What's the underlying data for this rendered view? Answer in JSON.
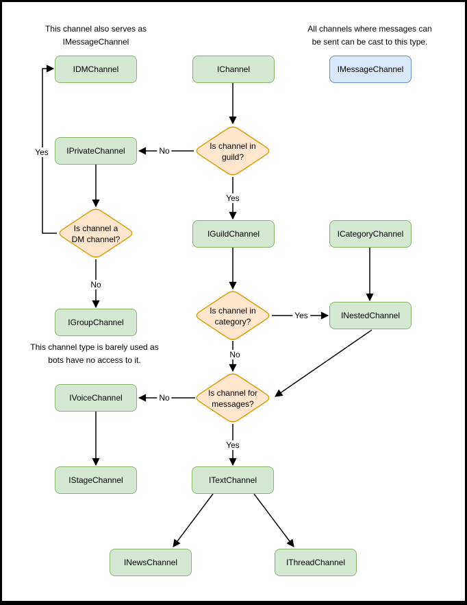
{
  "colors": {
    "node_fill": "#d5e8d4",
    "node_stroke": "#82b366",
    "highlight_fill": "#dae8fc",
    "highlight_stroke": "#6c8ebf",
    "decision_fill": "#ffe6cc",
    "decision_stroke": "#d79b00",
    "line": "#000000",
    "background": "#ffffff"
  },
  "annotations": [
    {
      "text": "This channel also serves as\nIMessageChannel"
    },
    {
      "text": "All channels where messages can\nbe sent can be cast to this type."
    },
    {
      "text": "This channel type is barely used as\nbots have no access to it."
    }
  ],
  "nodes": [
    {
      "label": "IDMChannel",
      "variant": "green"
    },
    {
      "label": "IChannel",
      "variant": "green"
    },
    {
      "label": "IMessageChannel",
      "variant": "blue"
    },
    {
      "label": "IPrivateChannel",
      "variant": "green"
    },
    {
      "label": "IGuildChannel",
      "variant": "green"
    },
    {
      "label": "ICategoryChannel",
      "variant": "green"
    },
    {
      "label": "INestedChannel",
      "variant": "green"
    },
    {
      "label": "IGroupChannel",
      "variant": "green"
    },
    {
      "label": "IVoiceChannel",
      "variant": "green"
    },
    {
      "label": "IStageChannel",
      "variant": "green"
    },
    {
      "label": "ITextChannel",
      "variant": "green"
    },
    {
      "label": "INewsChannel",
      "variant": "green"
    },
    {
      "label": "IThreadChannel",
      "variant": "green"
    }
  ],
  "decisions": [
    {
      "label": "Is channel in\nguild?"
    },
    {
      "label": "Is channel a\nDM channel?"
    },
    {
      "label": "Is channel in\ncategory?"
    },
    {
      "label": "Is channel for\nmessages?"
    }
  ],
  "edge_labels": [
    {
      "text": "No"
    },
    {
      "text": "Yes"
    },
    {
      "text": "Yes"
    },
    {
      "text": "No"
    },
    {
      "text": "Yes"
    },
    {
      "text": "No"
    },
    {
      "text": "No"
    },
    {
      "text": "Yes"
    }
  ]
}
